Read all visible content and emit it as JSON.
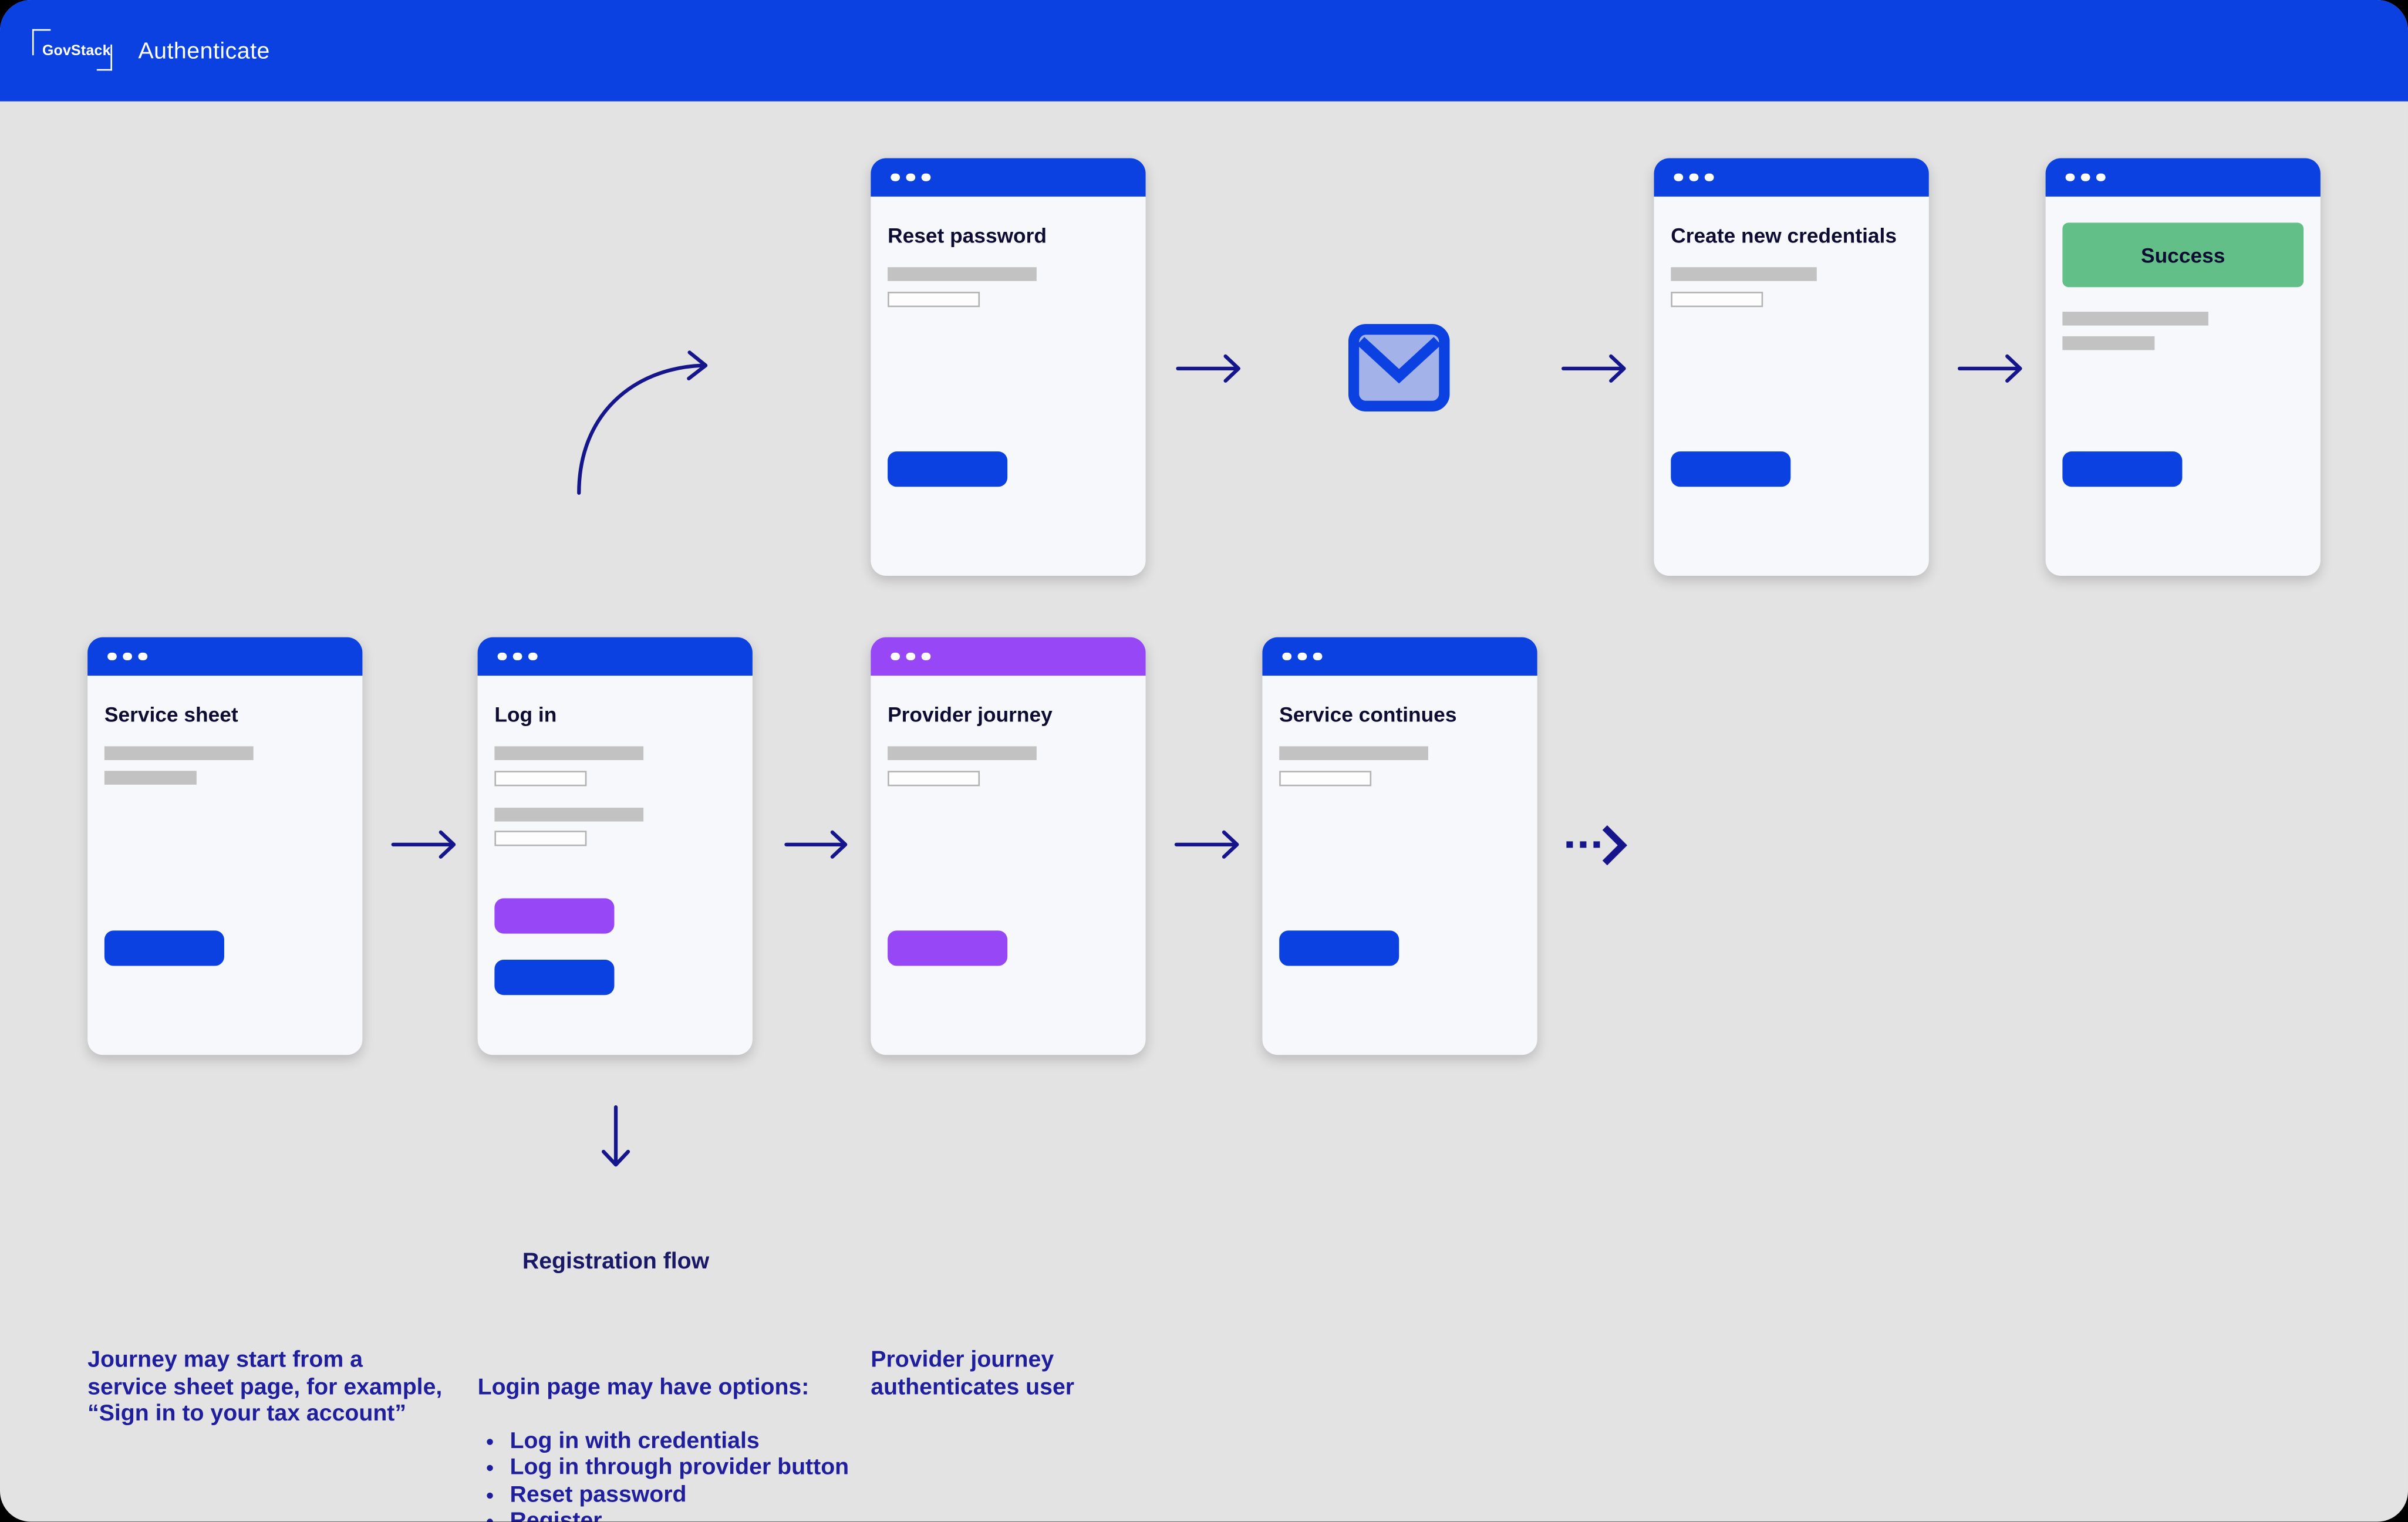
{
  "header": {
    "brand": "GovStack",
    "title": "Authenticate"
  },
  "colors": {
    "brand_blue": "#0a41e0",
    "accent_purple": "#9747f5",
    "success_green": "#63bf88",
    "arrow_navy": "#16168c",
    "note_blue": "#1f1f9e",
    "page_background": "#e3e3e3",
    "card_background": "#f7f8fb",
    "skeleton_gray": "#c2c2c2"
  },
  "cards": {
    "reset_password": {
      "title": "Reset password"
    },
    "create_credentials": {
      "title": "Create new credentials"
    },
    "success": {
      "banner_label": "Success"
    },
    "service_sheet": {
      "title": "Service sheet"
    },
    "login": {
      "title": "Log in"
    },
    "provider_journey": {
      "title": "Provider journey"
    },
    "service_continues": {
      "title": "Service continues"
    }
  },
  "icons": {
    "mail": "mail-envelope-icon"
  },
  "labels": {
    "registration_flow": "Registration flow"
  },
  "notes": {
    "service_sheet_note": "Journey may start from a\nservice sheet page, for example,\n“Sign in to your tax account”",
    "login_note_intro": "Login page may have options:",
    "login_note_bullets": [
      "Log in with credentials",
      "Log in through provider button",
      "Reset password",
      "Register"
    ],
    "provider_note": "Provider journey\nauthenticates user"
  }
}
